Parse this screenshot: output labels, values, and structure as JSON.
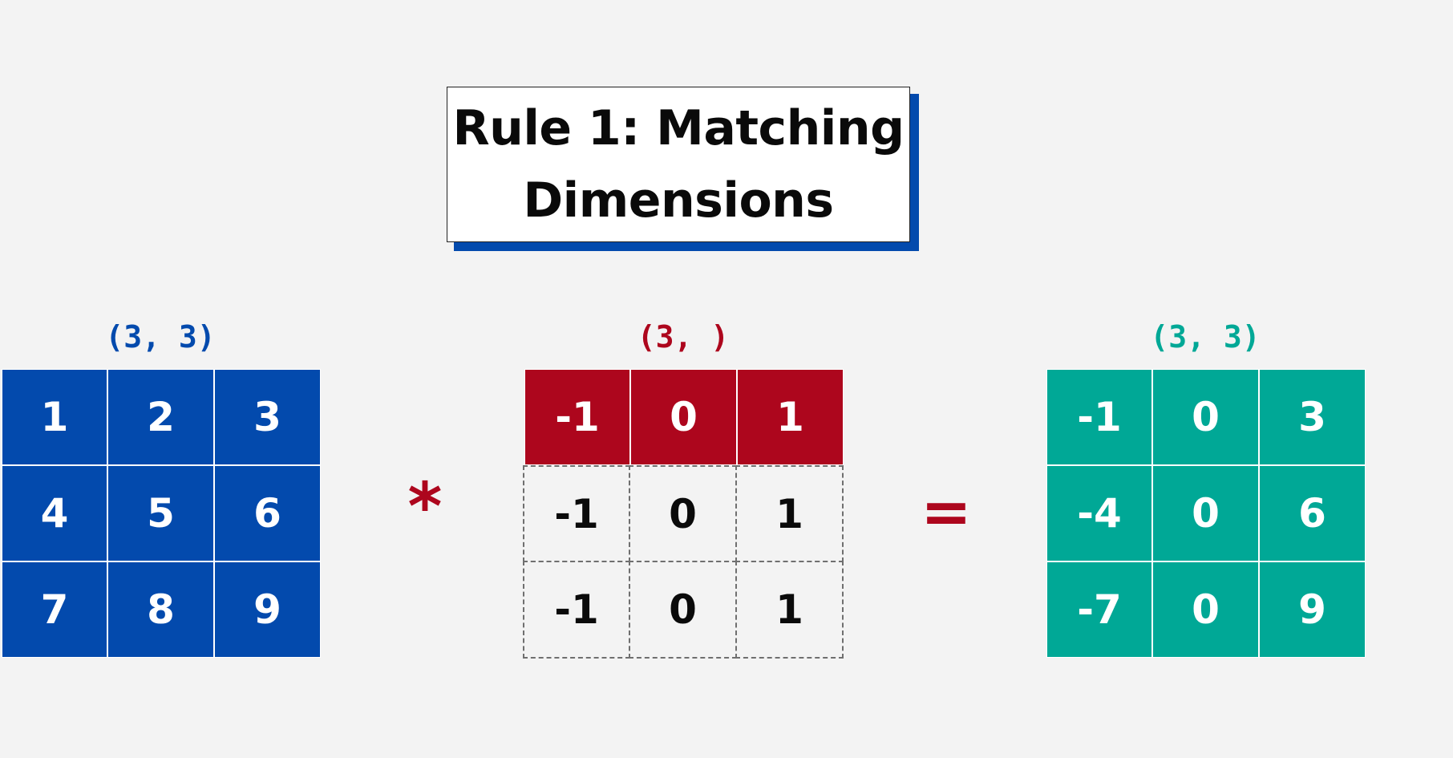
{
  "title": "Rule 1: Matching\nDimensions",
  "matrices": {
    "a": {
      "shape_label": "(3, 3)",
      "color": "#034aad",
      "cells": [
        [
          "1",
          "2",
          "3"
        ],
        [
          "4",
          "5",
          "6"
        ],
        [
          "7",
          "8",
          "9"
        ]
      ]
    },
    "b": {
      "shape_label": "(3, )",
      "color": "#ad061d",
      "cells": [
        [
          "-1",
          "0",
          "1"
        ],
        [
          "-1",
          "0",
          "1"
        ],
        [
          "-1",
          "0",
          "1"
        ]
      ]
    },
    "result": {
      "shape_label": "(3, 3)",
      "color": "#00a896",
      "cells": [
        [
          "-1",
          "0",
          "3"
        ],
        [
          "-4",
          "0",
          "6"
        ],
        [
          "-7",
          "0",
          "9"
        ]
      ]
    }
  },
  "operators": {
    "multiply": "*",
    "equals": "="
  },
  "colors": {
    "background": "#f3f3f3",
    "blue": "#034aad",
    "red": "#ad061d",
    "teal": "#00a896",
    "ghost_border": "#6f6f6f"
  }
}
